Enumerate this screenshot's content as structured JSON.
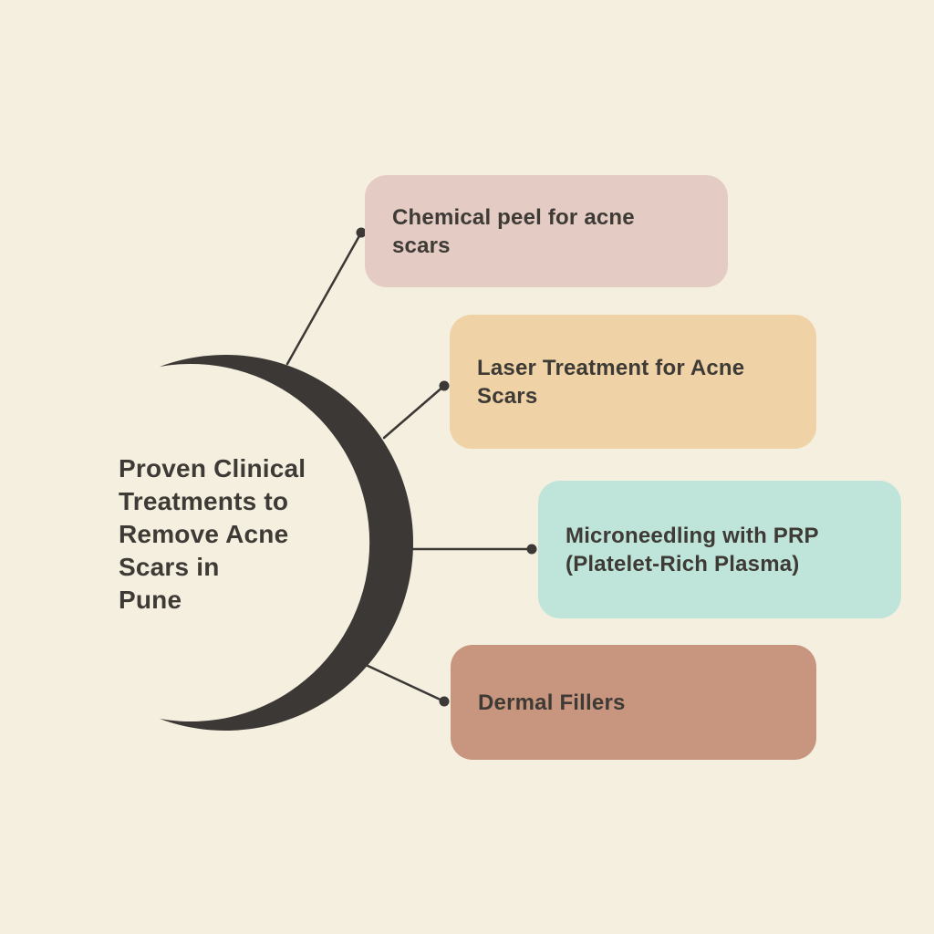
{
  "canvas": {
    "background_color": "#f5efe0"
  },
  "title": {
    "text": "Proven Clinical\nTreatments to\nRemove Acne\nScars in\nPune",
    "color": "#3e3a35"
  },
  "nodes": [
    {
      "id": "chemical-peel",
      "label": "Chemical peel for acne\nscars",
      "color": "#e4cbc4",
      "text_color": "#3e3a35"
    },
    {
      "id": "laser-treatment",
      "label": "Laser Treatment for Acne\nScars",
      "color": "#efd3a7",
      "text_color": "#3e3a35"
    },
    {
      "id": "microneedling",
      "label": "Microneedling with PRP\n(Platelet-Rich Plasma)",
      "color": "#bfe5da",
      "text_color": "#3e3a35"
    },
    {
      "id": "dermal-fillers",
      "label": "Dermal Fillers",
      "color": "#c8957f",
      "text_color": "#3e3a35"
    }
  ],
  "shapes": {
    "crescent_color": "#3b3835",
    "connector_color": "#3b3835"
  }
}
